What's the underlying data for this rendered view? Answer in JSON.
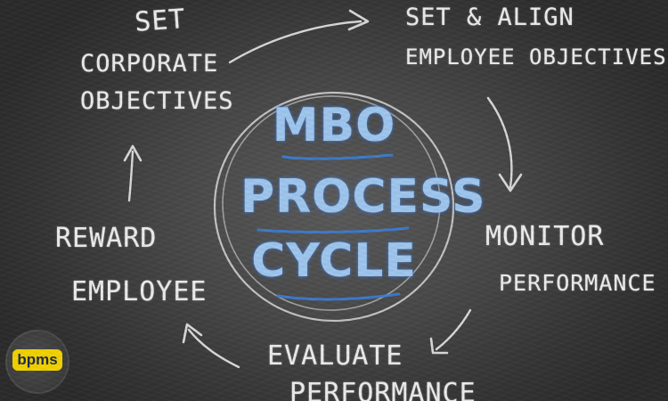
{
  "diagram": {
    "center_lines": [
      "MBO",
      "PROCESS",
      "CYCLE"
    ],
    "steps": {
      "set_corporate": [
        "SET",
        "CORPORATE",
        "OBJECTIVES"
      ],
      "set_align": [
        "SET & ALIGN",
        "EMPLOYEE OBJECTIVES"
      ],
      "monitor": [
        "MONITOR",
        "PERFORMANCE"
      ],
      "evaluate": [
        "EVALUATE",
        "PERFORMANCE"
      ],
      "reward": [
        "REWARD",
        "EMPLOYEE"
      ]
    }
  },
  "logo": {
    "text": "bpms"
  },
  "colors": {
    "chalk": "#ececec",
    "center_text": "#9fc6ee",
    "center_glow": "#4a86d6",
    "board": "#474747",
    "logo_bg": "#f2d200"
  }
}
